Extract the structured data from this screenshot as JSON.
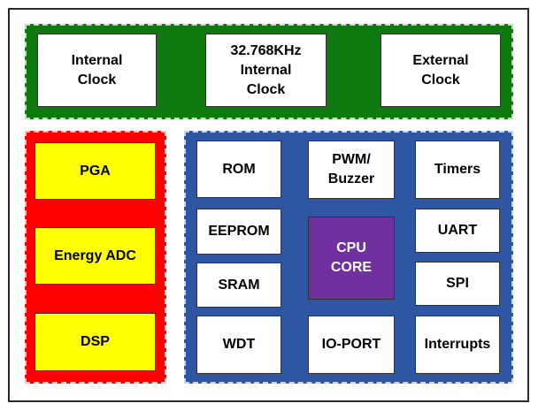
{
  "colors": {
    "clock_group": "#0e7a0e",
    "analog_group": "#ff0000",
    "mcu_group": "#2e56a2",
    "block_white": "#ffffff",
    "block_yellow": "#ffff00",
    "cpu_core": "#7030a0"
  },
  "clock_group": {
    "internal_clock": "Internal\nClock",
    "rtc_clock": "32.768KHz\nInternal\nClock",
    "external_clock": "External\nClock"
  },
  "analog_group": {
    "pga": "PGA",
    "energy_adc": "Energy ADC",
    "dsp": "DSP"
  },
  "mcu_group": {
    "rom": "ROM",
    "pwm_buzzer": "PWM/\nBuzzer",
    "timers": "Timers",
    "eeprom": "EEPROM",
    "cpu_core": "CPU\nCORE",
    "uart": "UART",
    "sram": "SRAM",
    "spi": "SPI",
    "wdt": "WDT",
    "io_port": "IO-PORT",
    "interrupts": "Interrupts"
  }
}
